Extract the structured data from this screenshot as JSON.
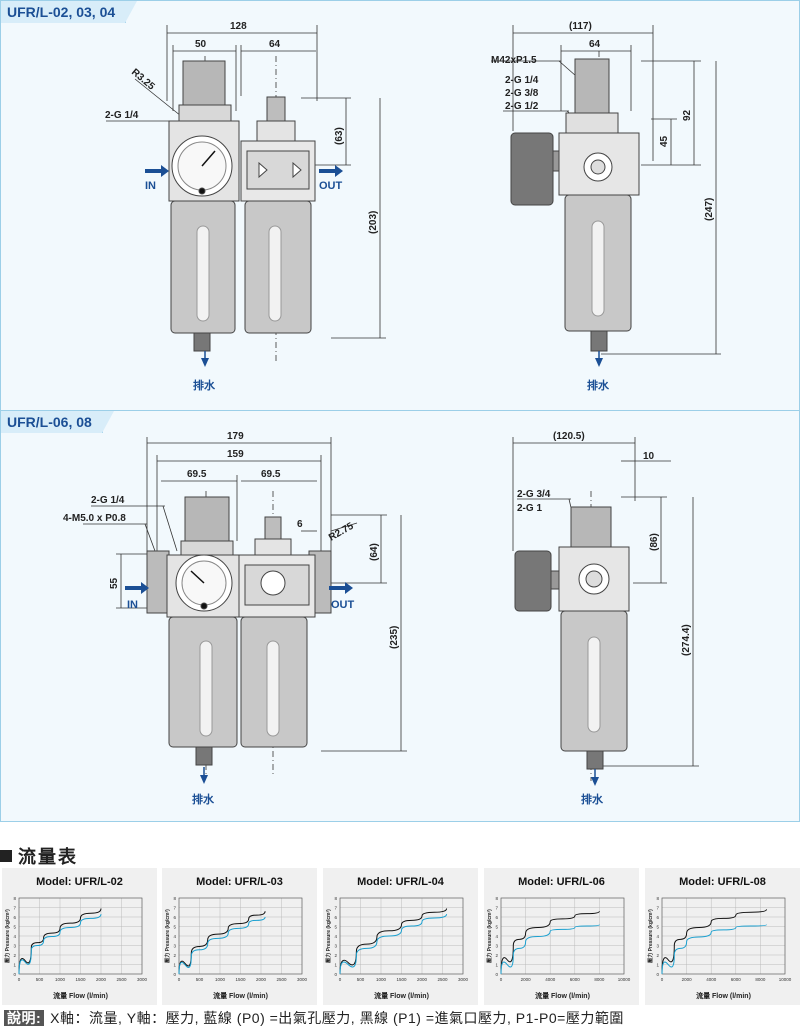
{
  "panel1": {
    "title": "UFR/L-02, 03, 04",
    "front": {
      "dims": [
        "128",
        "50",
        "64",
        "(63)",
        "(203)"
      ],
      "labels": [
        "R3.25",
        "2-G 1/4"
      ],
      "in": "IN",
      "out": "OUT",
      "drain": "排水"
    },
    "side": {
      "dims": [
        "(117)",
        "64",
        "92",
        "45",
        "(247)"
      ],
      "labels": [
        "M42xP1.5",
        "2-G 1/4",
        "2-G 3/8",
        "2-G 1/2"
      ],
      "drain": "排水"
    }
  },
  "panel2": {
    "title": "UFR/L-06, 08",
    "front": {
      "dims": [
        "179",
        "159",
        "69.5",
        "69.5",
        "6",
        "R2.75",
        "55",
        "(64)",
        "(235)"
      ],
      "labels": [
        "2-G 1/4",
        "4-M5.0 x P0.8"
      ],
      "in": "IN",
      "out": "OUT",
      "drain": "排水"
    },
    "side": {
      "dims": [
        "(120.5)",
        "10",
        "(86)",
        "(274.4)"
      ],
      "labels": [
        "2-G 3/4",
        "2-G 1"
      ],
      "drain": "排水"
    }
  },
  "flow_section": {
    "title": "流量表"
  },
  "chart_data": [
    {
      "type": "line",
      "title": "Model: UFR/L-02",
      "xlabel": "流量 Flow (l/min)",
      "ylabel": "壓力 Pressure (kg/cm²)",
      "xlim": [
        0,
        3000
      ],
      "ylim": [
        0,
        8
      ],
      "xticks": [
        "0",
        "500",
        "1000",
        "1500",
        "2000",
        "2500",
        "3000"
      ],
      "yticks": [
        "0",
        "1",
        "2",
        "3",
        "4",
        "5",
        "6",
        "7",
        "8"
      ],
      "series": [
        {
          "color": "#111111",
          "x": [
            0,
            300,
            600,
            1000,
            1500,
            2000
          ],
          "y": [
            0,
            2.8,
            3.8,
            4.8,
            5.9,
            6.9
          ]
        },
        {
          "color": "#1aa0d0",
          "x": [
            0,
            300,
            600,
            1000,
            1500,
            2000
          ],
          "y": [
            0,
            2.5,
            3.5,
            4.4,
            5.4,
            6.3
          ]
        }
      ]
    },
    {
      "type": "line",
      "title": "Model: UFR/L-03",
      "xlabel": "流量 Flow (l/min)",
      "ylabel": "壓力 Pressure (kg/cm²)",
      "xlim": [
        0,
        3000
      ],
      "ylim": [
        0,
        8
      ],
      "xticks": [
        "0",
        "500",
        "1000",
        "1500",
        "2000",
        "2500",
        "3000"
      ],
      "yticks": [
        "0",
        "1",
        "2",
        "3",
        "4",
        "5",
        "6",
        "7",
        "8"
      ],
      "series": [
        {
          "color": "#111111",
          "x": [
            0,
            300,
            700,
            1200,
            1700,
            2100
          ],
          "y": [
            0,
            2.2,
            3.6,
            4.8,
            5.8,
            6.6
          ]
        },
        {
          "color": "#1aa0d0",
          "x": [
            0,
            300,
            700,
            1200,
            1700,
            2100
          ],
          "y": [
            0,
            1.9,
            3.2,
            4.3,
            5.3,
            6.0
          ]
        }
      ]
    },
    {
      "type": "line",
      "title": "Model: UFR/L-04",
      "xlabel": "流量 Flow (l/min)",
      "ylabel": "壓力 Pressure (kg/cm²)",
      "xlim": [
        0,
        3000
      ],
      "ylim": [
        0,
        8
      ],
      "xticks": [
        "0",
        "500",
        "1000",
        "1500",
        "2000",
        "2500",
        "3000"
      ],
      "yticks": [
        "0",
        "1",
        "2",
        "3",
        "4",
        "5",
        "6",
        "7",
        "8"
      ],
      "series": [
        {
          "color": "#111111",
          "x": [
            0,
            400,
            900,
            1500,
            2000,
            2600
          ],
          "y": [
            0,
            2.4,
            3.9,
            5.2,
            6.1,
            6.9
          ]
        },
        {
          "color": "#1aa0d0",
          "x": [
            0,
            400,
            900,
            1500,
            2000,
            2600
          ],
          "y": [
            0,
            2.0,
            3.4,
            4.6,
            5.5,
            6.3
          ]
        }
      ]
    },
    {
      "type": "line",
      "title": "Model: UFR/L-06",
      "xlabel": "流量 Flow (l/min)",
      "ylabel": "壓力 Pressure (kg/cm²)",
      "xlim": [
        0,
        10000
      ],
      "ylim": [
        0,
        8
      ],
      "xticks": [
        "0",
        "2000",
        "4000",
        "6000",
        "8000",
        "10000"
      ],
      "yticks": [
        "0",
        "1",
        "2",
        "3",
        "4",
        "5",
        "6",
        "7",
        "8"
      ],
      "series": [
        {
          "color": "#111111",
          "x": [
            0,
            1000,
            2000,
            4000,
            6000,
            8000
          ],
          "y": [
            0,
            3.0,
            4.3,
            5.5,
            6.1,
            6.6
          ]
        },
        {
          "color": "#1aa0d0",
          "x": [
            0,
            1000,
            2000,
            4000,
            6000,
            8000
          ],
          "y": [
            0,
            2.0,
            3.4,
            4.5,
            4.9,
            5.2
          ]
        }
      ]
    },
    {
      "type": "line",
      "title": "Model: UFR/L-08",
      "xlabel": "流量 Flow (l/min)",
      "ylabel": "壓力 Pressure (kg/cm²)",
      "xlim": [
        0,
        10000
      ],
      "ylim": [
        0,
        8
      ],
      "xticks": [
        "0",
        "2000",
        "4000",
        "6000",
        "8000",
        "10000"
      ],
      "yticks": [
        "0",
        "1",
        "2",
        "3",
        "4",
        "5",
        "6",
        "7",
        "8"
      ],
      "series": [
        {
          "color": "#111111",
          "x": [
            0,
            1000,
            2000,
            4000,
            6000,
            8500
          ],
          "y": [
            0,
            3.0,
            4.3,
            5.5,
            6.2,
            6.8
          ]
        },
        {
          "color": "#1aa0d0",
          "x": [
            0,
            1000,
            2000,
            4000,
            6000,
            8500
          ],
          "y": [
            0,
            2.0,
            3.4,
            4.4,
            4.9,
            5.2
          ]
        }
      ]
    }
  ],
  "footer": {
    "badge": "說明:",
    "text": "X軸：流量, Y軸：壓力, 藍線 (P0) =出氣孔壓力, 黑線 (P1) =進氣口壓力, P1-P0=壓力範圍"
  }
}
